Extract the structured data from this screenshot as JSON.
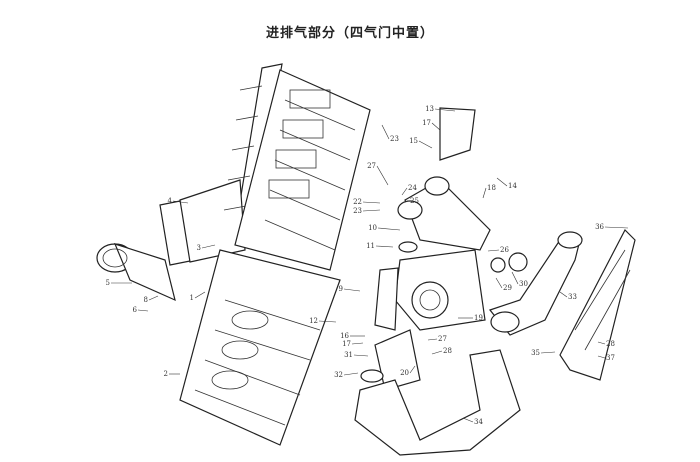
{
  "title": "进排气部分（四气门中置）",
  "part_labels": [
    "13",
    "17",
    "15",
    "14",
    "18",
    "23",
    "27",
    "24",
    "22",
    "25",
    "23",
    "10",
    "4",
    "3",
    "5",
    "1",
    "8",
    "6",
    "2",
    "9",
    "12",
    "19",
    "16",
    "17",
    "31",
    "27",
    "28",
    "20",
    "32",
    "34",
    "11",
    "26",
    "29",
    "30",
    "33",
    "36",
    "35",
    "28",
    "37"
  ]
}
